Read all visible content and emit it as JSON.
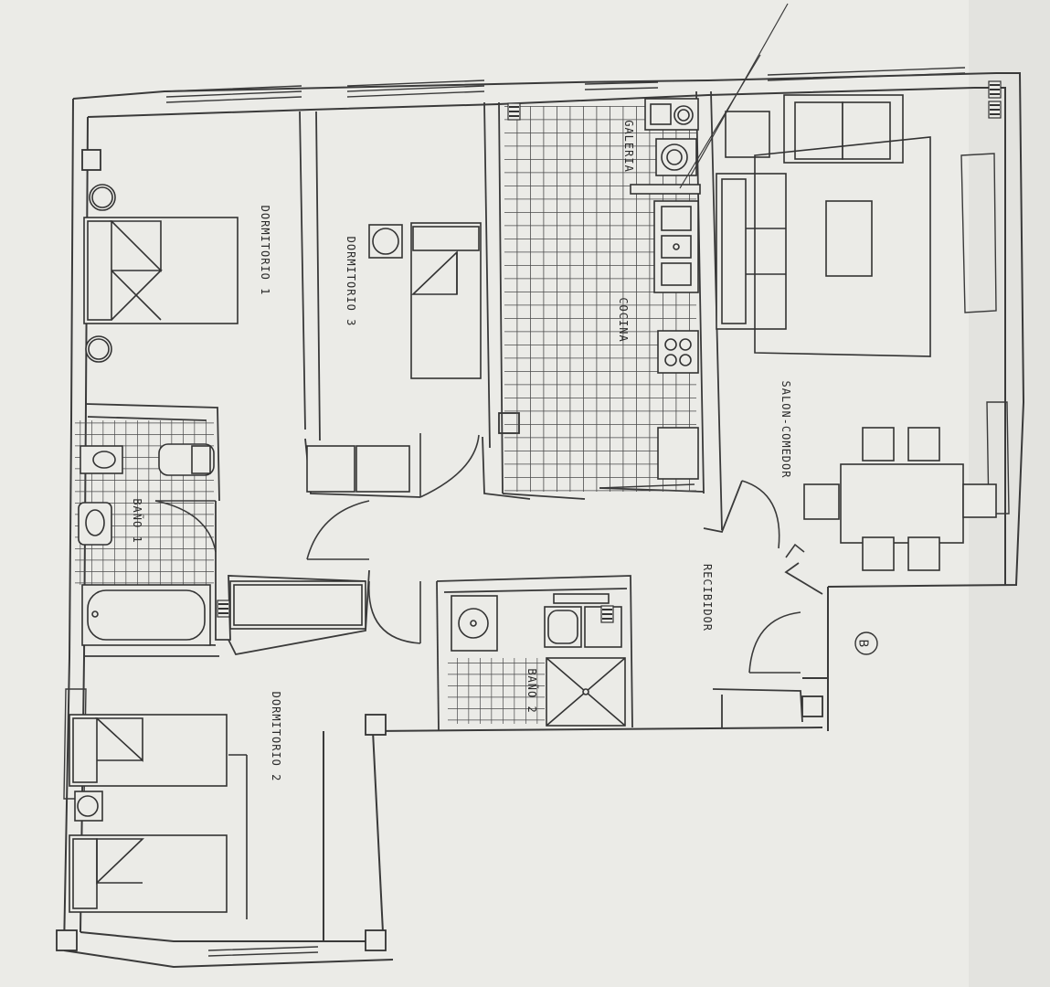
{
  "rooms": {
    "dormitorio_1": "DORMITORIO 1",
    "dormitorio_3": "DORMITORIO 3",
    "galeria": "GALERIA",
    "cocina": "COCINA",
    "salon_comedor": "SALON-COMEDOR",
    "bano_1": "BAÑO 1",
    "bano_2": "BAÑO 2",
    "recibidor": "RECIBIDOR",
    "dormitorio_2": "DORMITORIO 2"
  },
  "marker": {
    "label": "B"
  },
  "colors": {
    "ink": "#3a3a3a",
    "paper": "#ebebe7",
    "tile": "#4a4a4a"
  },
  "icons": [
    "radiator-icon",
    "toilet-icon",
    "sink-icon",
    "bathtub-icon",
    "stove-icon",
    "bed-icon",
    "door-swing-icon"
  ]
}
